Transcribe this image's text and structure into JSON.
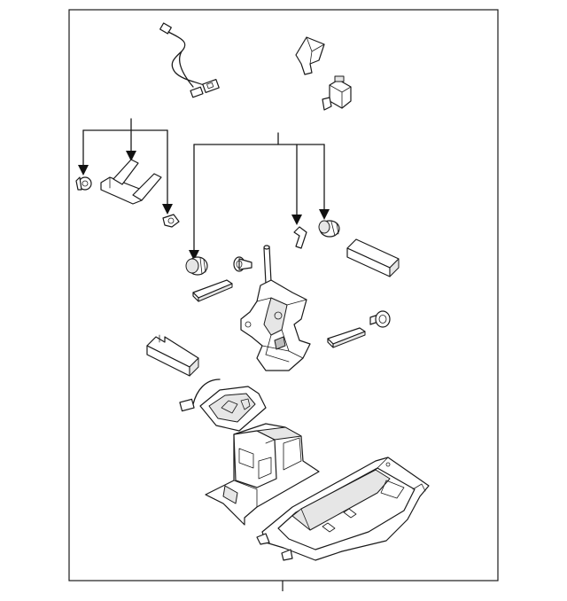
{
  "diagram": {
    "kind": "exploded parts diagram",
    "parts": [
      "wire-harness",
      "bracket",
      "switch",
      "clip",
      "retainer-bar",
      "grommet",
      "bushing",
      "bolt",
      "spacer",
      "shift-lever",
      "insulator-pad",
      "indicator-plate",
      "shifter-base",
      "console-trim-plate"
    ]
  }
}
